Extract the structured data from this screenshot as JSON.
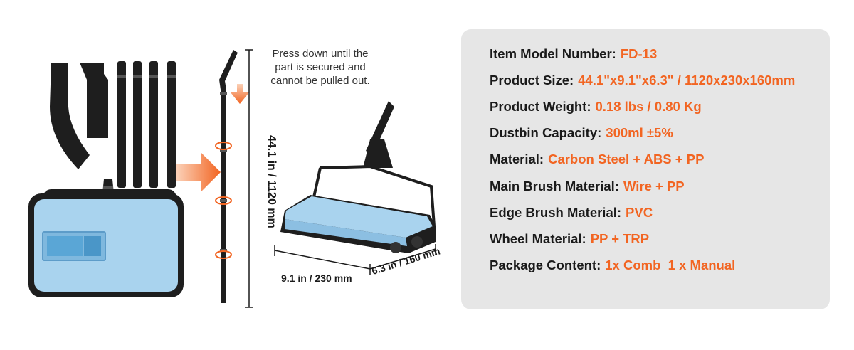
{
  "assembly_note": {
    "lines": [
      "Press down until the",
      "part is secured and",
      "cannot be pulled out."
    ]
  },
  "dimensions": {
    "height": "44.1 in / 1120 mm",
    "width": "9.1 in / 230 mm",
    "depth": "6.3 in / 160 mm"
  },
  "specs": [
    {
      "label": "Item Model Number:",
      "value": "FD-13"
    },
    {
      "label": "Product Size:",
      "value": "44.1\"x9.1\"x6.3\" / 1120x230x160mm"
    },
    {
      "label": "Product Weight:",
      "value": "0.18 lbs / 0.80 Kg"
    },
    {
      "label": "Dustbin Capacity:",
      "value": "300ml ±5%"
    },
    {
      "label": "Material:",
      "value": "Carbon Steel + ABS + PP"
    },
    {
      "label": "Main Brush Material:",
      "value": "Wire + PP"
    },
    {
      "label": "Edge Brush Material:",
      "value": "PVC"
    },
    {
      "label": "Wheel Material:",
      "value": "PP + TRP"
    },
    {
      "label": "Package Content:",
      "value": "1x Comb  1 x Manual"
    }
  ],
  "colors": {
    "accent": "#f26522",
    "body_blue": "#a9d3ee",
    "panel": "#e6e6e6",
    "dark": "#1a1a1a"
  }
}
